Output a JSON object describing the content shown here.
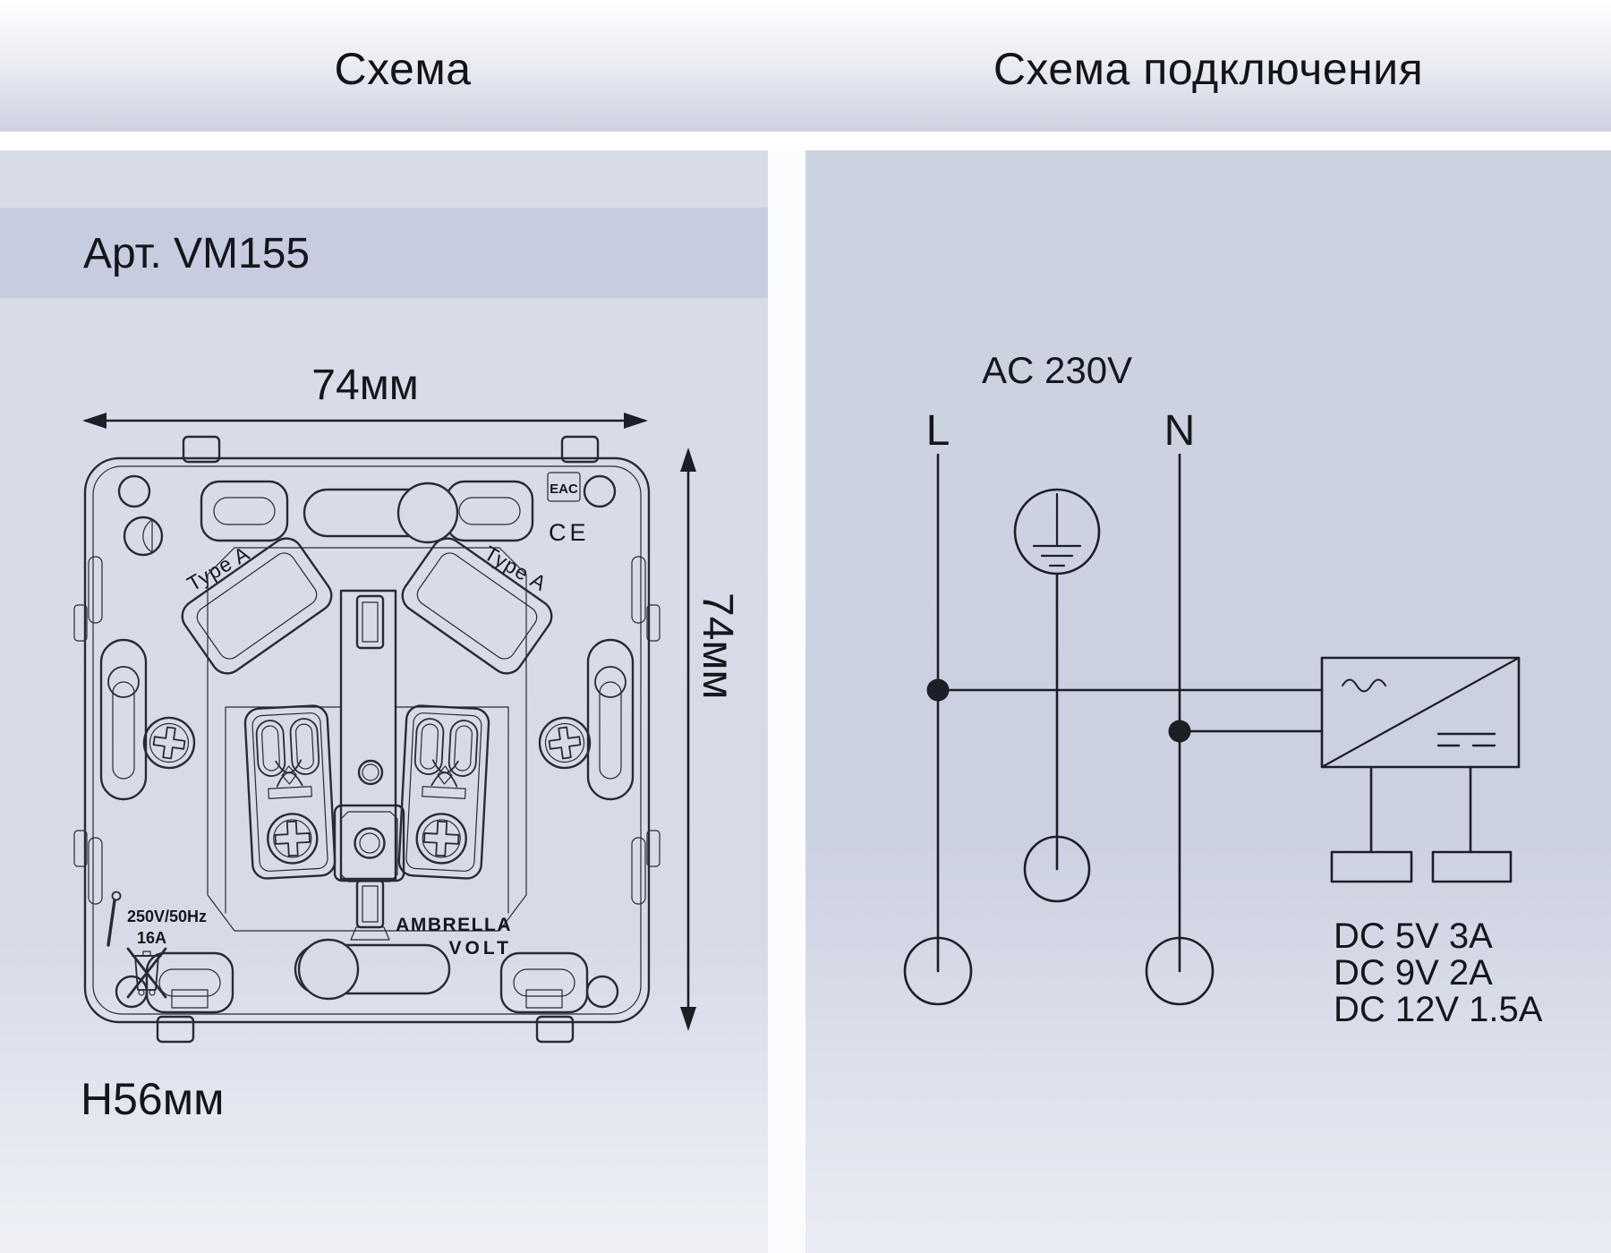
{
  "panels": {
    "left": {
      "header": "Схема",
      "article": "Арт. VM155",
      "dim_width": "74мм",
      "dim_height": "74мм",
      "height_label": "H56мм",
      "drawing": {
        "type_a_left": "Type A",
        "type_a_right": "Type A",
        "eac_mark": "EAC",
        "ce_mark": "CE",
        "rating_line1": "250V/50Hz",
        "rating_line2": "16A",
        "brand_line1": "AMBRELLA",
        "brand_line2": "VOLT"
      }
    },
    "right": {
      "header": "Схема подключения",
      "ac_label": "AC 230V",
      "line_label": "L",
      "neutral_label": "N",
      "dc_outputs": [
        "DC 5V 3A",
        "DC 9V 2A",
        "DC 12V 1.5A"
      ]
    }
  },
  "colors": {
    "band_article": "#c7cce0",
    "panel_left": "#d8dce8",
    "panel_right": "#cdd2e1",
    "line_color": "#1c1f26"
  }
}
